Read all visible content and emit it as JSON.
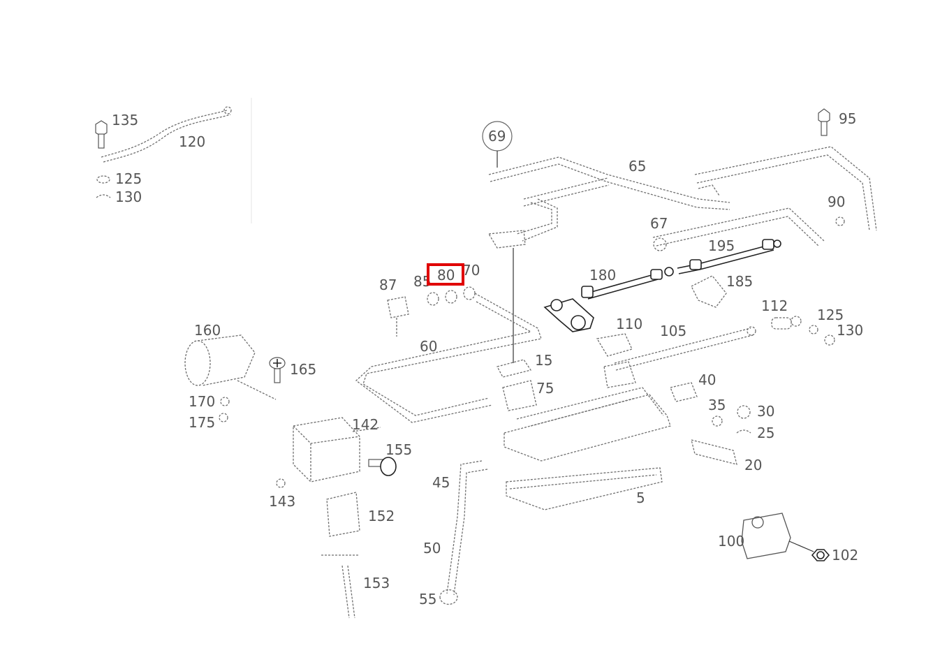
{
  "diagram": {
    "highlight_color": "#e00000",
    "highlighted_callout": "80",
    "callouts": [
      {
        "id": "c135",
        "label": "135"
      },
      {
        "id": "c120",
        "label": "120"
      },
      {
        "id": "c125a",
        "label": "125"
      },
      {
        "id": "c130a",
        "label": "130"
      },
      {
        "id": "c69",
        "label": "69"
      },
      {
        "id": "c65",
        "label": "65"
      },
      {
        "id": "c95",
        "label": "95"
      },
      {
        "id": "c90",
        "label": "90"
      },
      {
        "id": "c67",
        "label": "67"
      },
      {
        "id": "c195",
        "label": "195"
      },
      {
        "id": "c180",
        "label": "180"
      },
      {
        "id": "c185",
        "label": "185"
      },
      {
        "id": "c87",
        "label": "87"
      },
      {
        "id": "c85",
        "label": "85"
      },
      {
        "id": "c80",
        "label": "80"
      },
      {
        "id": "c70",
        "label": "70"
      },
      {
        "id": "c112",
        "label": "112"
      },
      {
        "id": "c125b",
        "label": "125"
      },
      {
        "id": "c130b",
        "label": "130"
      },
      {
        "id": "c110",
        "label": "110"
      },
      {
        "id": "c105",
        "label": "105"
      },
      {
        "id": "c160",
        "label": "160"
      },
      {
        "id": "c165",
        "label": "165"
      },
      {
        "id": "c60",
        "label": "60"
      },
      {
        "id": "c15",
        "label": "15"
      },
      {
        "id": "c75",
        "label": "75"
      },
      {
        "id": "c40",
        "label": "40"
      },
      {
        "id": "c170",
        "label": "170"
      },
      {
        "id": "c175",
        "label": "175"
      },
      {
        "id": "c35",
        "label": "35"
      },
      {
        "id": "c30",
        "label": "30"
      },
      {
        "id": "c25",
        "label": "25"
      },
      {
        "id": "c142",
        "label": "142"
      },
      {
        "id": "c155",
        "label": "155"
      },
      {
        "id": "c20",
        "label": "20"
      },
      {
        "id": "c45",
        "label": "45"
      },
      {
        "id": "c143",
        "label": "143"
      },
      {
        "id": "c5",
        "label": "5"
      },
      {
        "id": "c152",
        "label": "152"
      },
      {
        "id": "c50",
        "label": "50"
      },
      {
        "id": "c100",
        "label": "100"
      },
      {
        "id": "c102",
        "label": "102"
      },
      {
        "id": "c153",
        "label": "153"
      },
      {
        "id": "c55",
        "label": "55"
      }
    ]
  }
}
